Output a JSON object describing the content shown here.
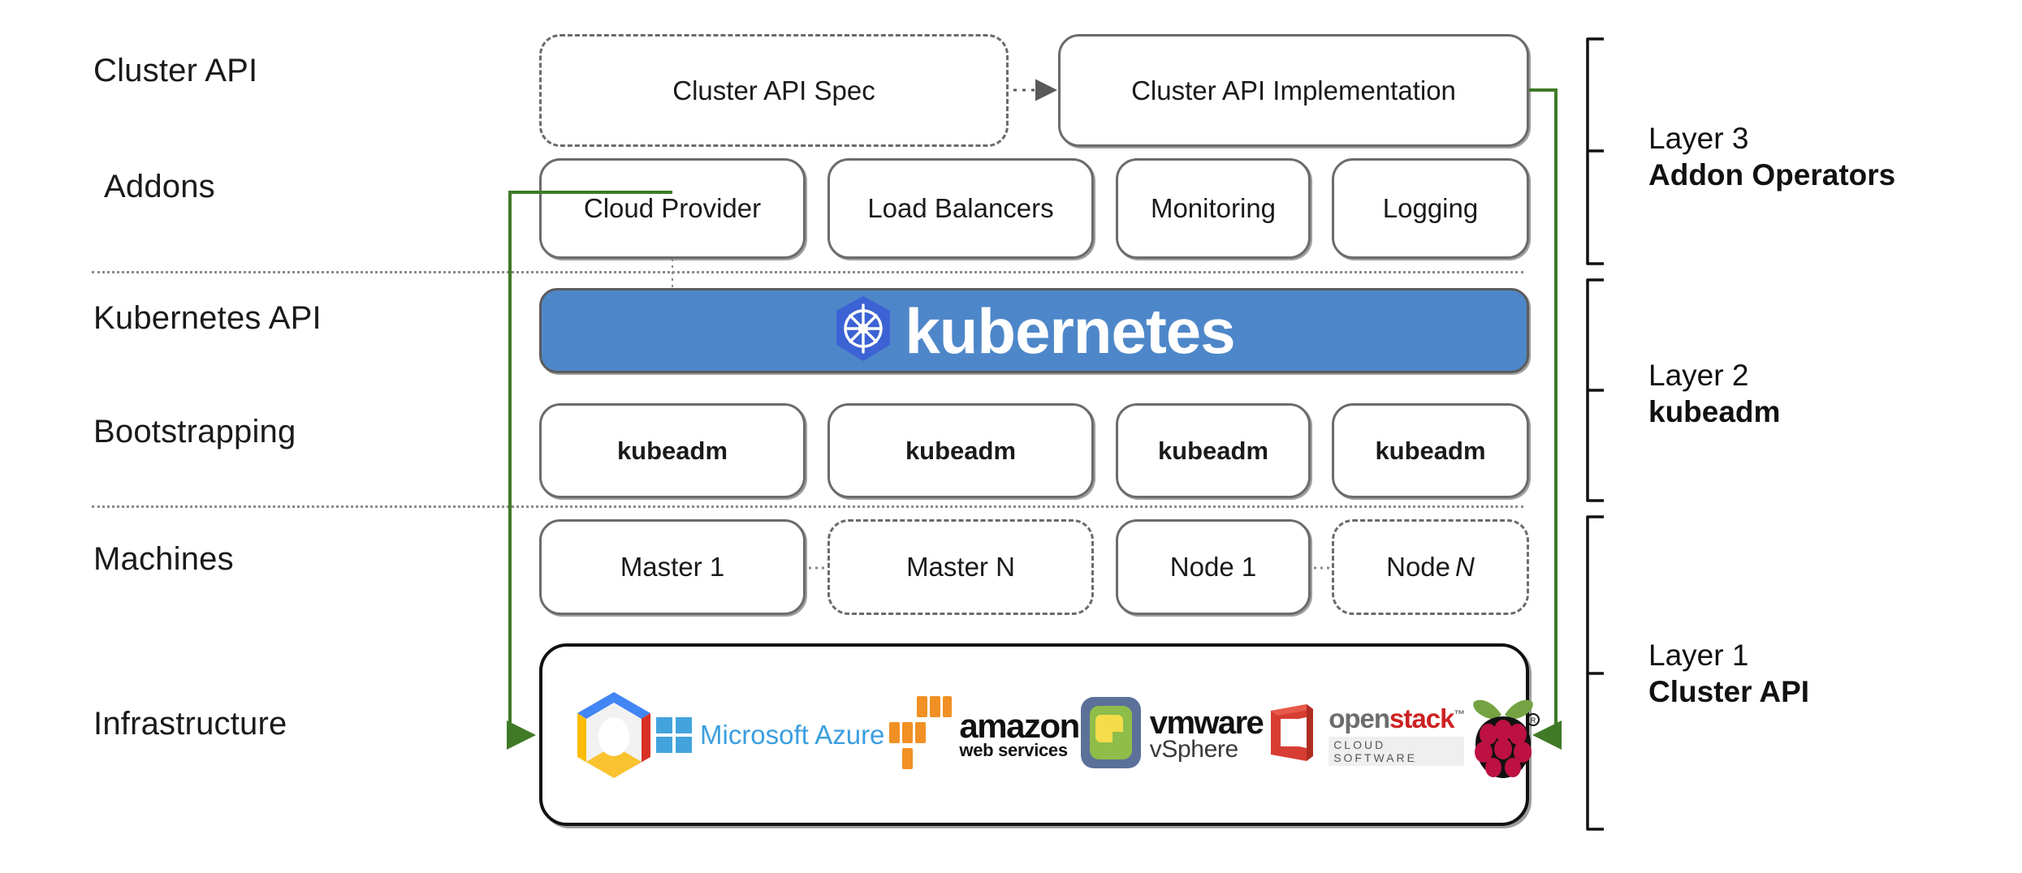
{
  "diagram": {
    "title": "Kubernetes Cluster API layered architecture",
    "accent_green": "#3f7a26",
    "kubernetes_blue": "#4e87c9",
    "box_border_gray": "#6b6b6b"
  },
  "row_labels": [
    {
      "id": "cluster-api",
      "text": "Cluster API"
    },
    {
      "id": "addons",
      "text": "Addons"
    },
    {
      "id": "kubernetes-api",
      "text": "Kubernetes API"
    },
    {
      "id": "bootstrapping",
      "text": "Bootstrapping"
    },
    {
      "id": "machines",
      "text": "Machines"
    },
    {
      "id": "infrastructure",
      "text": "Infrastructure"
    }
  ],
  "cluster_api_row": {
    "spec": {
      "label": "Cluster API Spec",
      "style": "dashed"
    },
    "implementation": {
      "label": "Cluster API Implementation",
      "style": "solid"
    },
    "connector": "dotted-arrow-right"
  },
  "addons_row": {
    "boxes": [
      {
        "label": "Cloud Provider"
      },
      {
        "label": "Load Balancers"
      },
      {
        "label": "Monitoring"
      },
      {
        "label": "Logging"
      }
    ]
  },
  "kubernetes_banner": {
    "wordmark": "kubernetes",
    "logo": "kubernetes-helm-icon"
  },
  "bootstrapping_row": {
    "boxes": [
      {
        "label": "kubeadm"
      },
      {
        "label": "kubeadm"
      },
      {
        "label": "kubeadm"
      },
      {
        "label": "kubeadm"
      }
    ]
  },
  "machines_row": {
    "boxes": [
      {
        "label": "Master 1",
        "style": "solid",
        "italic_suffix": ""
      },
      {
        "label": "Master N",
        "style": "dashed",
        "italic_suffix": ""
      },
      {
        "label": "Node 1",
        "style": "solid",
        "italic_suffix": ""
      },
      {
        "label": "Node",
        "style": "dashed",
        "italic_suffix": "N"
      }
    ],
    "connectors": [
      "dotted-short",
      "dotted-short"
    ]
  },
  "infrastructure_row": {
    "providers": [
      {
        "name": "google-cloud-platform",
        "label": ""
      },
      {
        "name": "microsoft-azure",
        "label": "Microsoft Azure"
      },
      {
        "name": "amazon-web-services",
        "label_primary": "amazon",
        "label_secondary": "web services"
      },
      {
        "name": "vmware-vsphere",
        "label_primary": "vmware",
        "label_secondary": "vSphere"
      },
      {
        "name": "openstack",
        "label_open": "open",
        "label_stack": "stack",
        "label_tm": "™",
        "label_secondary": "CLOUD SOFTWARE"
      },
      {
        "name": "raspberry-pi",
        "label": ""
      }
    ]
  },
  "layers": [
    {
      "id": "layer-3",
      "name": "Layer 3",
      "subtitle": "Addon Operators"
    },
    {
      "id": "layer-2",
      "name": "Layer 2",
      "subtitle": "kubeadm"
    },
    {
      "id": "layer-1",
      "name": "Layer 1",
      "subtitle": "Cluster API"
    }
  ]
}
